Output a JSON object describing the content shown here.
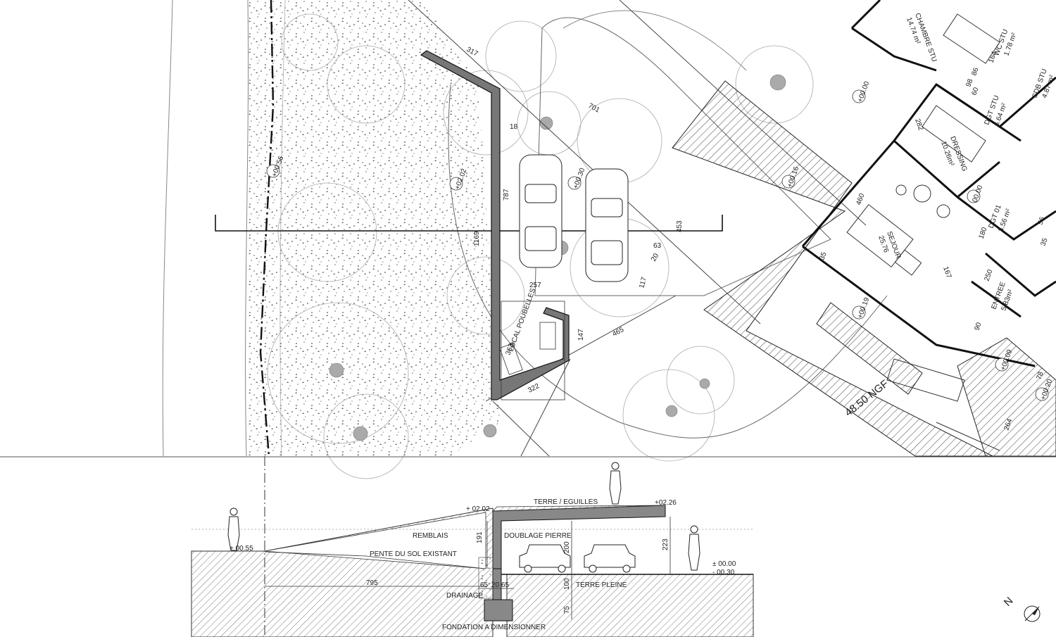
{
  "plan": {
    "rooms": [
      {
        "name": "CHAMBRE STU",
        "area": "14.74 m²"
      },
      {
        "name": "WC STU",
        "area": "1.78 m²"
      },
      {
        "name": "SDB STU",
        "area": "4.87 m²"
      },
      {
        "name": "DGT STU",
        "area": "6.64 m²"
      },
      {
        "name": "DRESSING",
        "area": "10.26m²"
      },
      {
        "name": "DGT 01",
        "area": "3.56 m²"
      },
      {
        "name": "SEJOUR",
        "area": "25.76"
      },
      {
        "name": "ENTREE",
        "area": "5.83m²"
      },
      {
        "name": "LOCAL POUBELLES",
        "area": ""
      }
    ],
    "elevation_label": "48.50 NGF",
    "levels": [
      "+00.56",
      "+02.02",
      "+00.30",
      "+00.16",
      "+00.00",
      "00.00",
      "+00.19",
      "+00.09",
      "+00.20"
    ],
    "dimensions": [
      "317",
      "701",
      "18",
      "787",
      "1169",
      "453",
      "63",
      "20",
      "117",
      "257",
      "465",
      "147",
      "322",
      "363",
      "282",
      "460",
      "180",
      "167",
      "250",
      "90",
      "60",
      "35",
      "98",
      "86",
      "164",
      "78",
      "264",
      "56",
      "35"
    ]
  },
  "section": {
    "labels": {
      "terre_eguilles": "TERRE / EGUILLES",
      "remblais": "REMBLAIS",
      "doublage": "DOUBLAGE PIERRE",
      "pente": "PENTE DU SOL EXISTANT",
      "terre_pleine": "TERRE PLEINE",
      "drainage": "DRAINAGE",
      "fondation": "FONDATION A DIMENSIONNER"
    },
    "levels": {
      "l0055": "+ 00.55",
      "l0202": "+ 02.02",
      "l0226": "+02.26",
      "l0000": "± 00.00",
      "l0030": "- 00.30"
    },
    "dims": {
      "d191": "191",
      "d200": "200",
      "d223": "223",
      "d795": "795",
      "d65a": "65",
      "d20": "20",
      "d65b": "65",
      "d100": "100",
      "d75": "75"
    }
  },
  "north_arrow": {
    "letter": "N"
  }
}
